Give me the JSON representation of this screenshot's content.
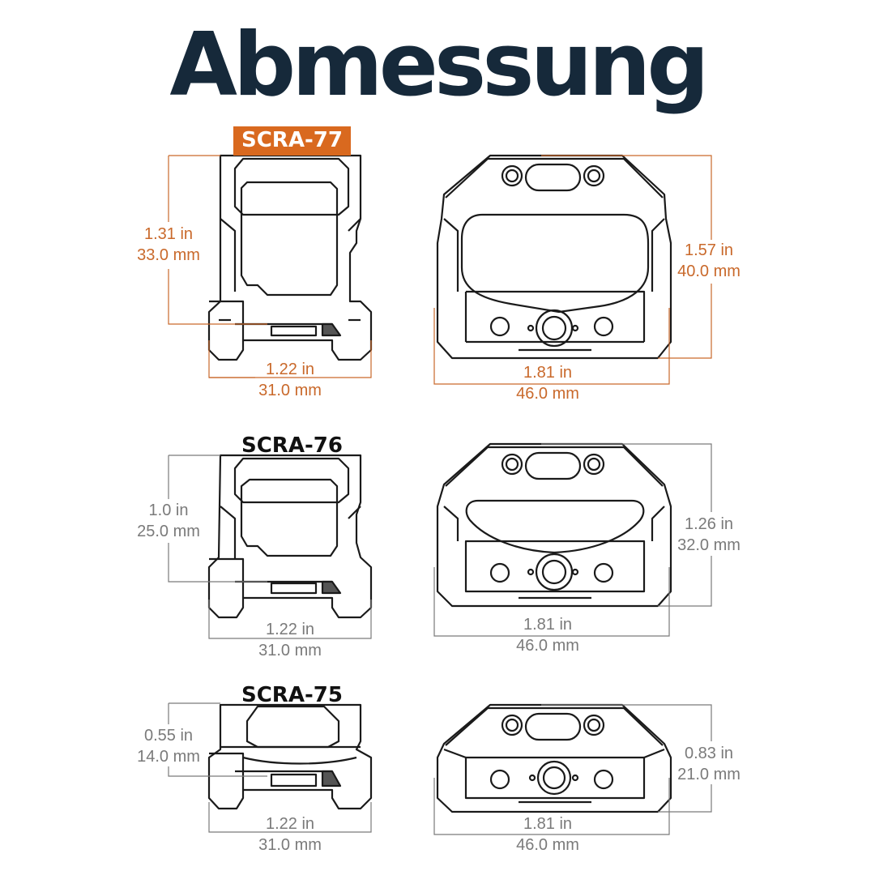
{
  "title": "Abmessung",
  "accent_color": "#d9691f",
  "title_color": "#16293a",
  "models": [
    {
      "name": "SCRA-77",
      "highlighted": true,
      "side_height": {
        "in": "1.31 in",
        "mm": "33.0 mm"
      },
      "side_width": {
        "in": "1.22 in",
        "mm": "31.0 mm"
      },
      "front_height": {
        "in": "1.57 in",
        "mm": "40.0 mm"
      },
      "front_width": {
        "in": "1.81 in",
        "mm": "46.0 mm"
      }
    },
    {
      "name": "SCRA-76",
      "highlighted": false,
      "side_height": {
        "in": "1.0 in",
        "mm": "25.0 mm"
      },
      "side_width": {
        "in": "1.22 in",
        "mm": "31.0 mm"
      },
      "front_height": {
        "in": "1.26 in",
        "mm": "32.0 mm"
      },
      "front_width": {
        "in": "1.81 in",
        "mm": "46.0 mm"
      }
    },
    {
      "name": "SCRA-75",
      "highlighted": false,
      "side_height": {
        "in": "0.55 in",
        "mm": "14.0 mm"
      },
      "side_width": {
        "in": "1.22 in",
        "mm": "31.0 mm"
      },
      "front_height": {
        "in": "0.83 in",
        "mm": "21.0 mm"
      },
      "front_width": {
        "in": "1.81 in",
        "mm": "46.0 mm"
      }
    }
  ]
}
